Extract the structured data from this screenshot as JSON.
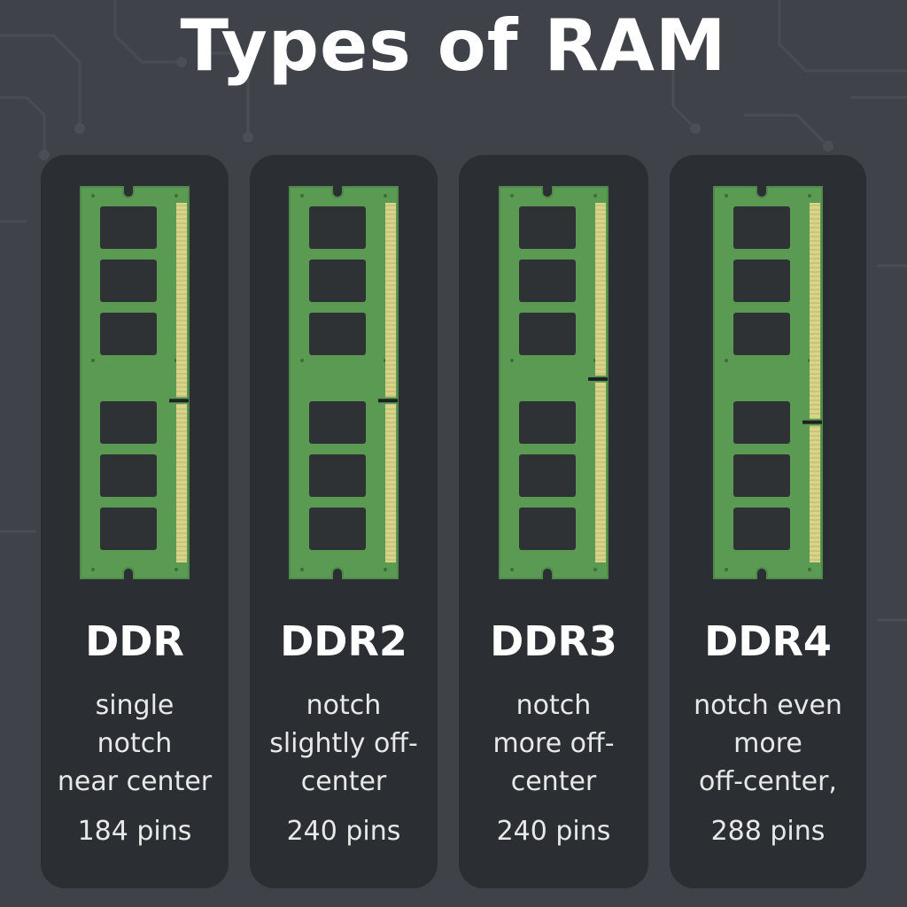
{
  "title": "Types of RAM",
  "colors": {
    "background": "#3f4349",
    "card": "#2b2e33",
    "pcb": "#5a9a52",
    "pcb_border": "#4f8a48",
    "chip": "#2e3234",
    "pins": "#d8d48a"
  },
  "modules": [
    {
      "name": "DDR",
      "desc_lines": [
        "single",
        "notch",
        "near center"
      ],
      "pins": "184 pins",
      "notch_fraction": 0.55
    },
    {
      "name": "DDR2",
      "desc_lines": [
        "notch",
        "slightly off-",
        "center"
      ],
      "pins": "240 pins",
      "notch_fraction": 0.55
    },
    {
      "name": "DDR3",
      "desc_lines": [
        "notch",
        "more off-",
        "center"
      ],
      "pins": "240 pins",
      "notch_fraction": 0.49
    },
    {
      "name": "DDR4",
      "desc_lines": [
        "notch even",
        "more",
        "off-center,"
      ],
      "pins": "288 pins",
      "notch_fraction": 0.61
    }
  ]
}
